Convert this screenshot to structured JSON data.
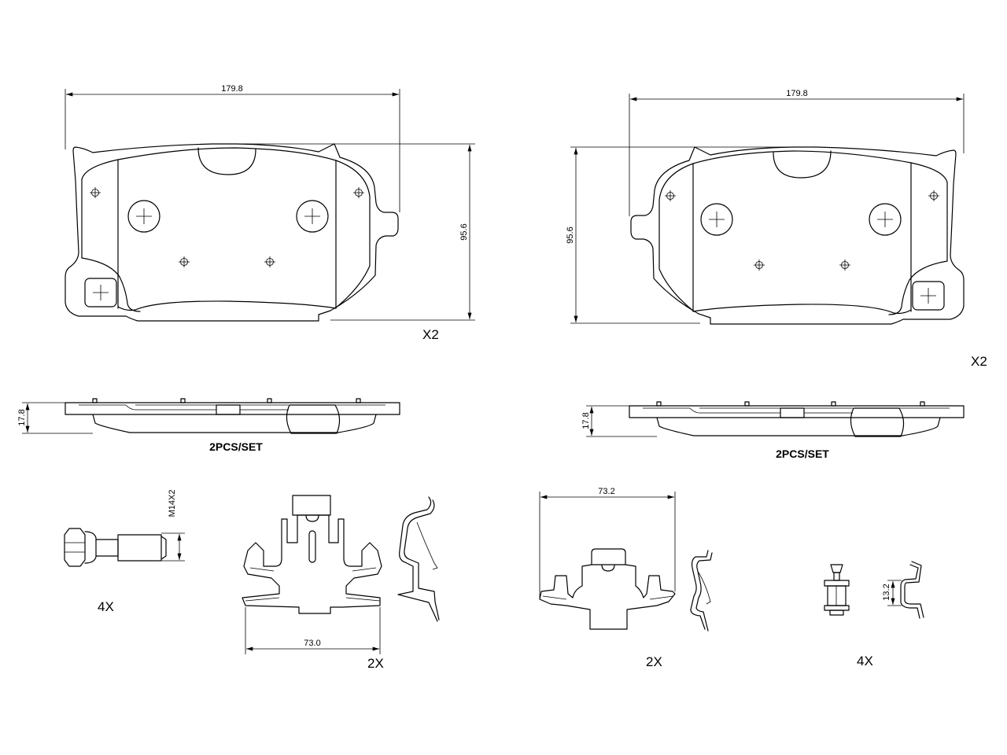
{
  "colors": {
    "line": "#000000",
    "background": "#ffffff"
  },
  "pad_left": {
    "width": "179.8",
    "height": "95.6",
    "qty": "X2"
  },
  "pad_right": {
    "width": "179.8",
    "height": "95.6",
    "qty": "X2"
  },
  "side_left": {
    "thickness": "17.8",
    "set": "2PCS/SET"
  },
  "side_right": {
    "thickness": "17.8",
    "set": "2PCS/SET"
  },
  "bolt": {
    "thread": "M14X2",
    "qty": "4X"
  },
  "clip_left": {
    "width": "73.0",
    "qty": "2X"
  },
  "clip_right": {
    "width": "73.2",
    "qty": "2X"
  },
  "pin": {
    "height": "13.2",
    "qty": "4X"
  }
}
